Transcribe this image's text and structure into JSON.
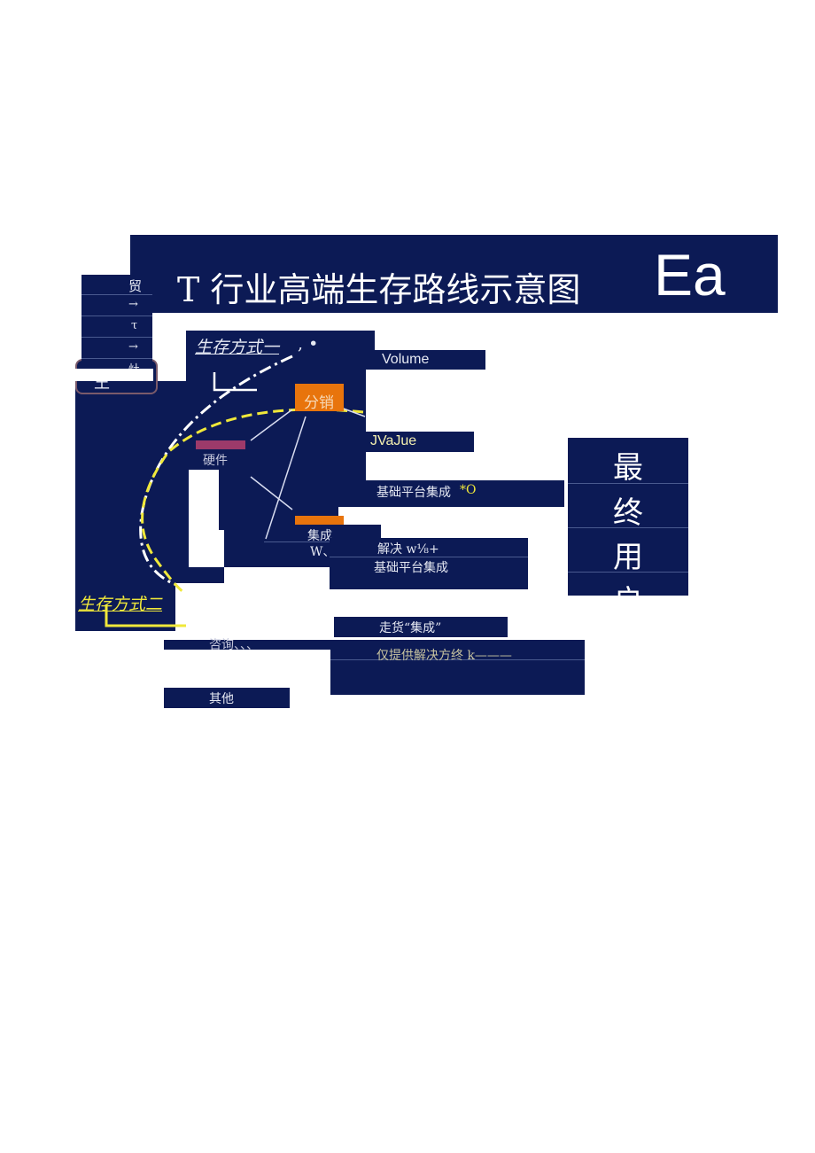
{
  "title": {
    "text": "T 行业高端生存路线示意图",
    "suffix": "Ea"
  },
  "left_strip": {
    "items": [
      "贸",
      "→",
      "τ",
      "→",
      "灶"
    ],
    "partial": "王"
  },
  "diagram": {
    "mode1": "生存方式一",
    "mode1_tail": ", •",
    "mode2": "生存方式二",
    "distribution": "分销",
    "hardware": "硬件",
    "integration": "集成",
    "integration_sub": "W、",
    "volume": "Volume",
    "value": "JVaJue",
    "platform1": "基础平台集成",
    "platform1_tail": "*O",
    "solve": "解决 w⅛+",
    "platform2": "基础平台集成",
    "end_user": [
      "最",
      "终",
      "用",
      "户"
    ],
    "goods": "走货“集成”",
    "consult": "咨询、、、",
    "solution_only": "仅提供解决方终 k———",
    "other": "其他"
  },
  "colors": {
    "navy": "#0c1a55",
    "orange": "#e8740c",
    "yellow": "#f0e83a",
    "magenta": "#9c3a6a"
  }
}
